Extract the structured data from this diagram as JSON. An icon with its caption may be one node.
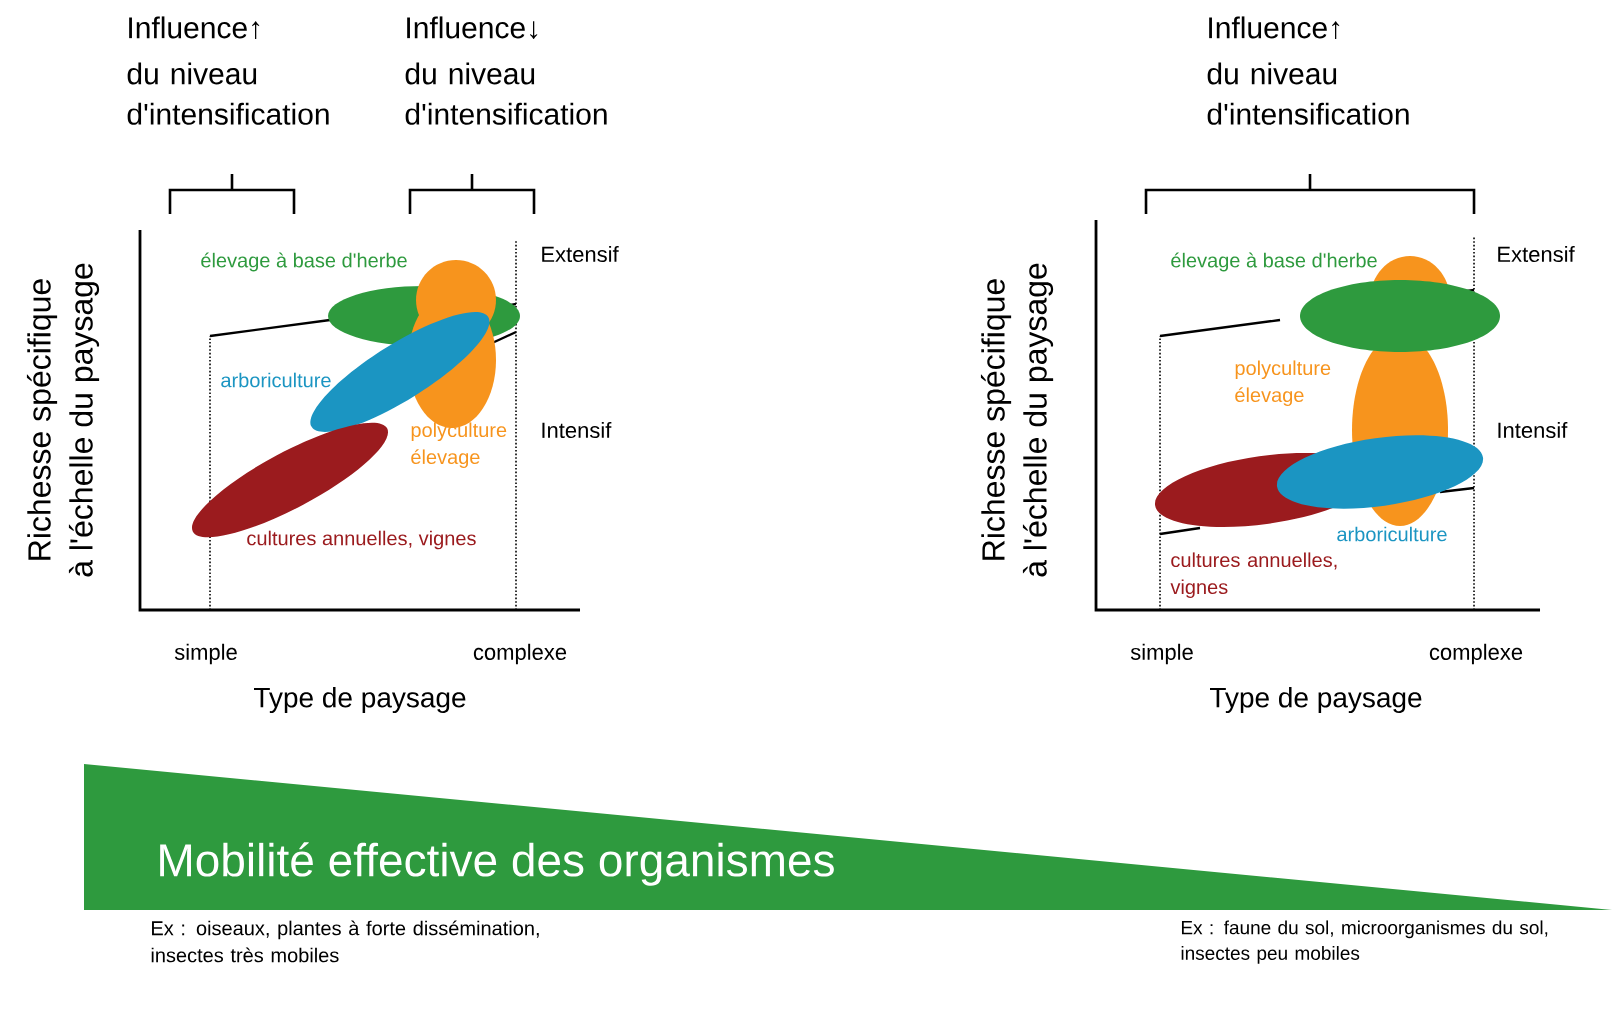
{
  "diagram": {
    "nodes": [
      {
        "text": [
          "Mobilité effective des organismes"
        ]
      }
    ],
    "labels": [
      "Influence↑",
      "du niveau d'intensification",
      "Influence↓",
      "du niveau d'intensification",
      "Influence↑",
      "du niveau d'intensification",
      "Richesse spécifique",
      "à l'échelle du paysage",
      "élevage à base d'herbe",
      "Extensif",
      "arboriculture",
      "polyculture élevage",
      "Intensif",
      "cultures annuelles, vignes",
      "simple",
      "complexe",
      "Type de paysage",
      "Richesse spécifique",
      "à l'échelle du paysage",
      "élevage à base d'herbe",
      "Extensif",
      "polyculture élevage",
      "Intensif",
      "arboriculture",
      "cultures annuelles, vignes",
      "simple",
      "complexe",
      "Type de paysage",
      "Ex : oiseaux, plantes à forte dissémination, insectes très mobiles",
      "Ex : faune du sol, microorganismes du sol, insectes peu mobiles"
    ]
  }
}
